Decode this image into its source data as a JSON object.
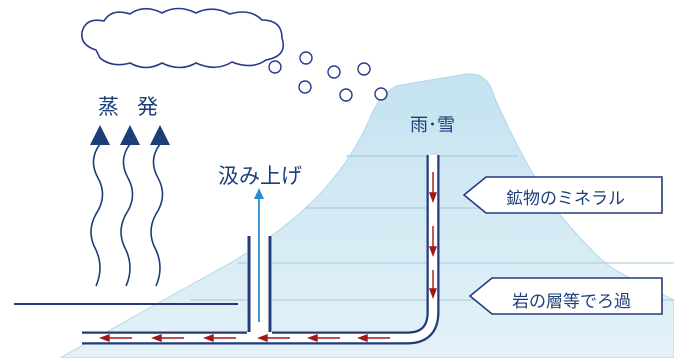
{
  "labels": {
    "evaporation": "蒸発",
    "pump_up": "汲み上げ",
    "rain_snow": "雨･雪",
    "minerals": "鉱物のミネラル",
    "rock_filtration": "岩の層等でろ過"
  },
  "colors": {
    "mountain": "#c9e4f0",
    "mountain_edge": "#a9d2e6",
    "pipe": "#243a7c",
    "pipe_inner": "#ffffff",
    "flow_arrow": "#a01818",
    "evap_line": "#1c3f7a",
    "pump_arrow": "#2a8cd0",
    "strata_line": "#9ac2da",
    "cloud_stroke": "#2b3a8c",
    "text": "#1c3f7a"
  }
}
